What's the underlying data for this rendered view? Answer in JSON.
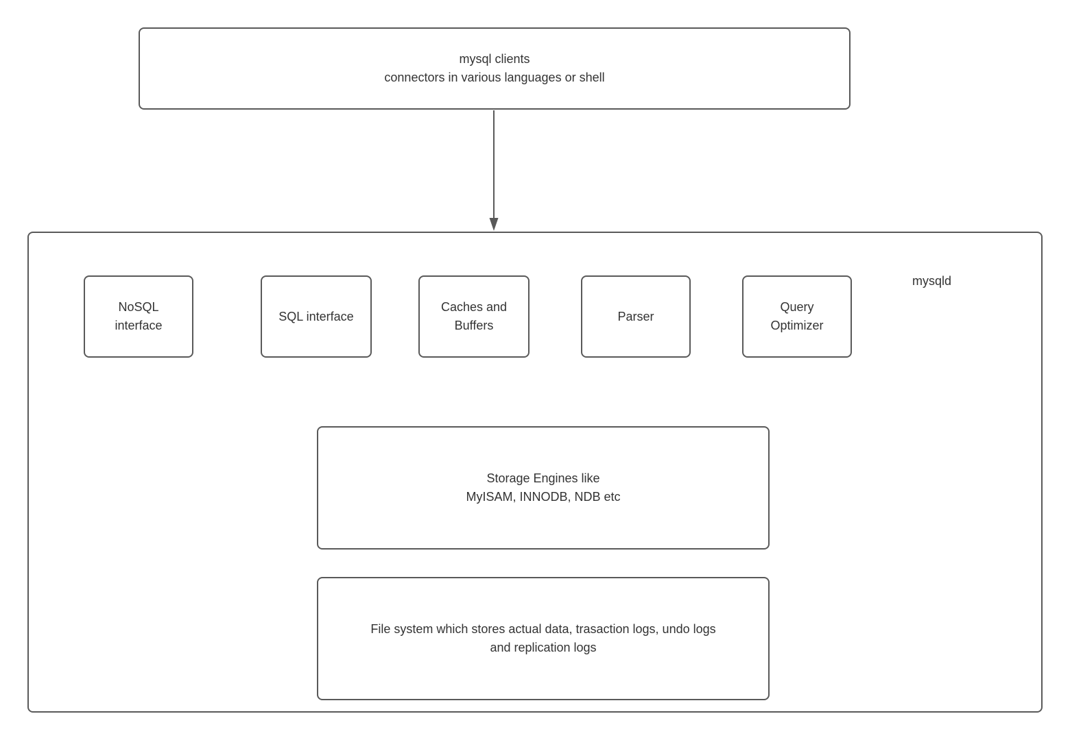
{
  "diagram": {
    "clients_box": {
      "lines": [
        "mysql clients",
        "connectors in various languages or shell"
      ]
    },
    "mysqld_label": "mysqld",
    "components": [
      {
        "name": "nosql-interface",
        "lines": [
          "NoSQL",
          "interface"
        ]
      },
      {
        "name": "sql-interface",
        "lines": [
          "SQL interface"
        ]
      },
      {
        "name": "caches-buffers",
        "lines": [
          "Caches and",
          "Buffers"
        ]
      },
      {
        "name": "parser",
        "lines": [
          "Parser"
        ]
      },
      {
        "name": "query-optimizer",
        "lines": [
          "Query",
          "Optimizer"
        ]
      }
    ],
    "storage_box": {
      "lines": [
        "Storage Engines like",
        "MyISAM, INNODB, NDB etc"
      ]
    },
    "filesystem_box": {
      "lines": [
        "File system which stores actual data, trasaction logs, undo logs",
        "and replication logs"
      ]
    },
    "colors": {
      "border": "#595959",
      "arrow": "#595959",
      "text": "#333333",
      "background": "#ffffff"
    }
  }
}
